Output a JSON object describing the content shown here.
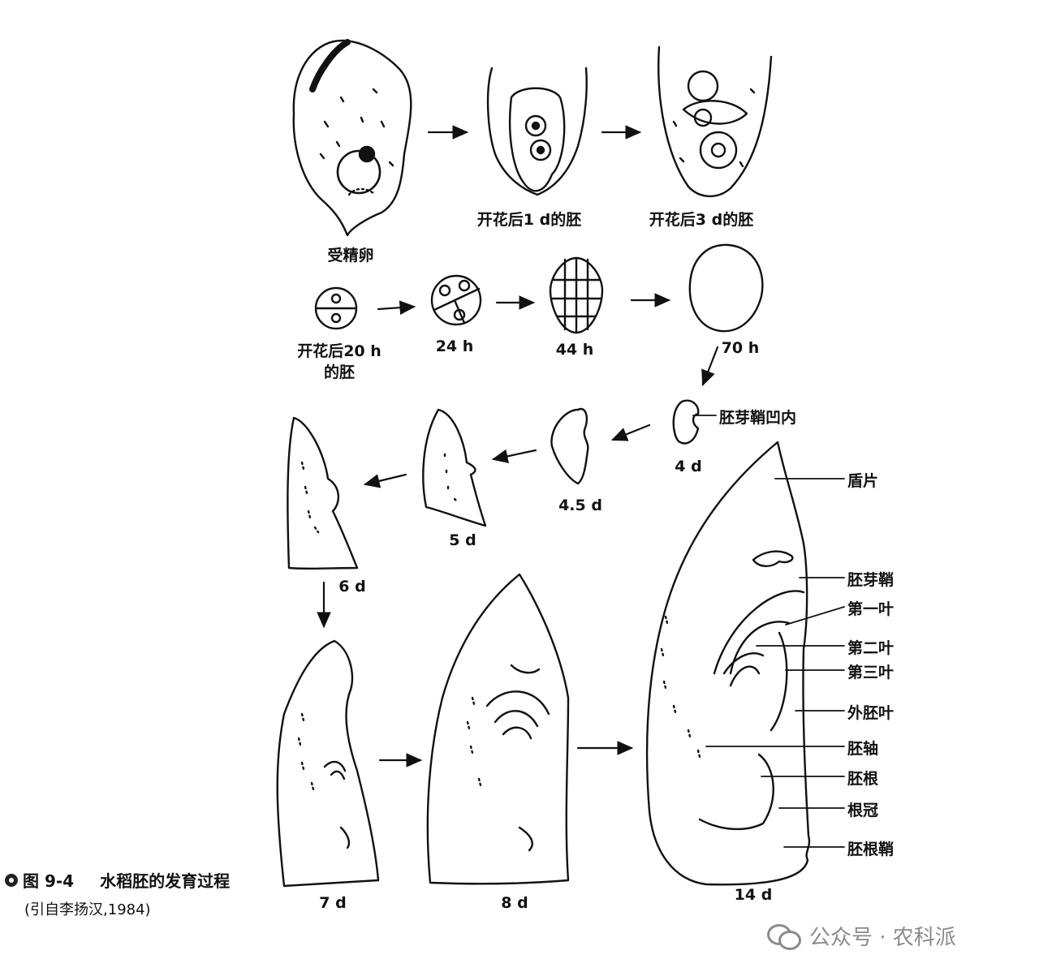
{
  "stages": {
    "fertilized_egg": "受精卵",
    "day1": "开花后1 d的胚",
    "day3": "开花后3 d的胚",
    "h20_line1": "开花后20 h",
    "h20_line2": "的胚",
    "h24": "24 h",
    "h44": "44 h",
    "h70": "70 h",
    "d4": "4 d",
    "d4_5": "4.5 d",
    "d5": "5 d",
    "d6": "6 d",
    "d7": "7 d",
    "d8": "8 d",
    "d14": "14 d"
  },
  "annotations": {
    "coleoptile_notch": "胚芽鞘凹内",
    "scutellum": "盾片",
    "coleoptile": "胚芽鞘",
    "leaf1": "第一叶",
    "leaf2": "第二叶",
    "leaf3": "第三叶",
    "epiblast": "外胚叶",
    "embryo_axis": "胚轴",
    "radicle": "胚根",
    "root_cap": "根冠",
    "coleorhiza": "胚根鞘"
  },
  "caption": {
    "figure_number": "图 9-4",
    "title": "水稻胚的发育过程",
    "source": "(引自李扬汉,1984)"
  },
  "watermark": "公众号 · 农科派"
}
